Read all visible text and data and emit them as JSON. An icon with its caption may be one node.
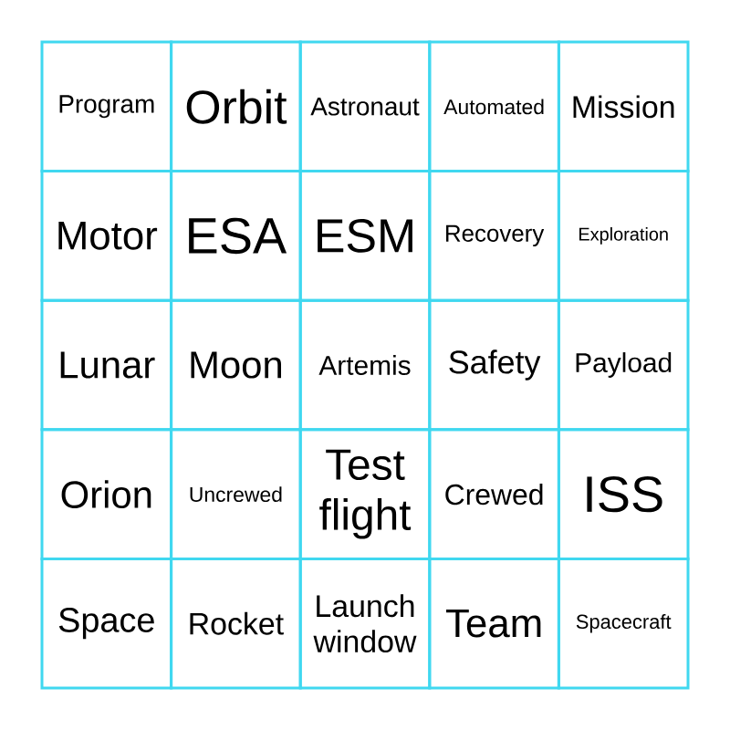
{
  "diagram": {
    "labels": [
      "Program",
      "Orbit",
      "Astronaut",
      "Automated",
      "Mission",
      "Motor",
      "ESA",
      "ESM",
      "Recovery",
      "Exploration",
      "Lunar",
      "Moon",
      "Artemis",
      "Safety",
      "Payload",
      "Orion",
      "Uncrewed",
      "Test flight",
      "Crewed",
      "ISS",
      "Space",
      "Rocket",
      "Launch window",
      "Team",
      "Spacecraft"
    ]
  }
}
